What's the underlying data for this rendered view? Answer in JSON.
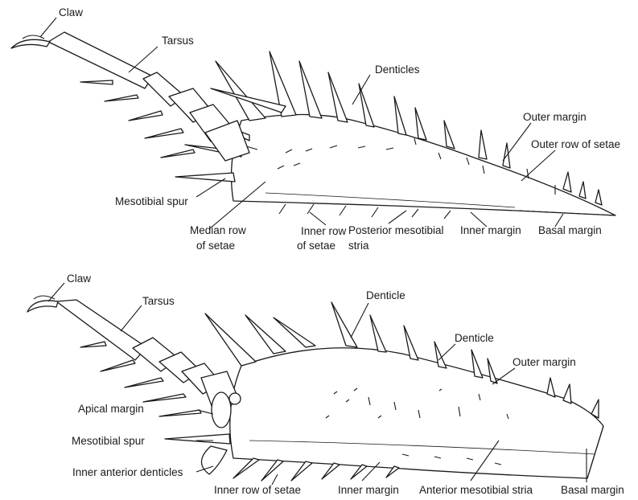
{
  "top_panel": {
    "labels": {
      "claw": "Claw",
      "tarsus": "Tarsus",
      "denticles": "Denticles",
      "outer_margin": "Outer margin",
      "outer_row_setae": "Outer row of setae",
      "mesotibial_spur": "Mesotibial spur",
      "median_row_1": "Median row",
      "median_row_2": "of setae",
      "inner_row_1": "Inner row",
      "inner_row_2": "of setae",
      "posterior_stria_1": "Posterior mesotibial",
      "posterior_stria_2": "stria",
      "inner_margin": "Inner margin",
      "basal_margin": "Basal margin"
    }
  },
  "bottom_panel": {
    "labels": {
      "claw": "Claw",
      "tarsus": "Tarsus",
      "denticle_1": "Denticle",
      "denticle_2": "Denticle",
      "outer_margin": "Outer margin",
      "apical_margin": "Apical margin",
      "mesotibial_spur": "Mesotibial spur",
      "inner_anterior_denticles": "Inner anterior denticles",
      "inner_row_setae": "Inner row of setae",
      "inner_margin": "Inner margin",
      "anterior_stria": "Anterior mesotibial stria",
      "basal_margin": "Basal margin"
    }
  },
  "colors": {
    "ink": "#1a1a1a",
    "background": "#ffffff"
  }
}
